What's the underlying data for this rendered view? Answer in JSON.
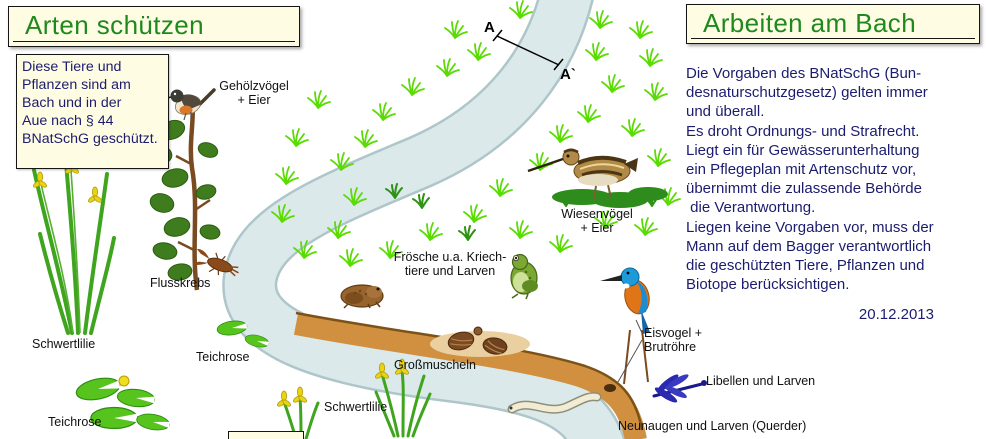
{
  "left_panel": {
    "title": "Arten schützen",
    "note": "Diese Tiere und\nPflanzen sind am\nBach und in der\nAue nach § 44\nBNatSchG geschützt."
  },
  "right_panel": {
    "title": "Arbeiten am Bach",
    "body": "Die Vorgaben des BNatSchG (Bun-\ndesnaturschutzgesetz) gelten immer\nund überall.\nEs droht Ordnungs- und Strafrecht.\nLiegt ein für Gewässerunterhaltung\nein Pflegeplan mit Artenschutz vor,\nübernimmt die zulassende Behörde\n die Verantwortung.\nLiegen keine Vorgaben vor, muss der\nMann auf dem Bagger verantwortlich\ndie geschützten Tiere, Pflanzen und\nBiotope berücksichtigen.",
    "date": "20.12.2013"
  },
  "diagram": {
    "section_markers": {
      "a": "A",
      "a_prime": "A`"
    },
    "labels": {
      "gehoelzvoegel": "Gehölzvögel\n+ Eier",
      "flusskrebs": "Flusskrebs",
      "schwertlilie_left": "Schwertlilie",
      "teichrose_mid": "Teichrose",
      "teichrose_bottom": "Teichrose",
      "schwertlilie_bottom": "Schwertlilie",
      "grossmuscheln": "Großmuscheln",
      "froesche": "Frösche u.a. Kriech-\ntiere und Larven",
      "wiesenvoegel": "Wiesenvögel\n+ Eier",
      "eisvogel": "Eisvogel +\nBrutröhre",
      "libellen": "Libellen und Larven",
      "neunaugen": "Neunaugen und Larven (Querder)"
    },
    "colors": {
      "title_green": "#1e8a1e",
      "panel_cream": "#fffce4",
      "stream_blue": "#dbe9ea",
      "bank_tan": "#d09040",
      "grass_green": "#5bdb04",
      "body_text_navy": "#1c1c6e",
      "label_black": "#101010"
    }
  }
}
